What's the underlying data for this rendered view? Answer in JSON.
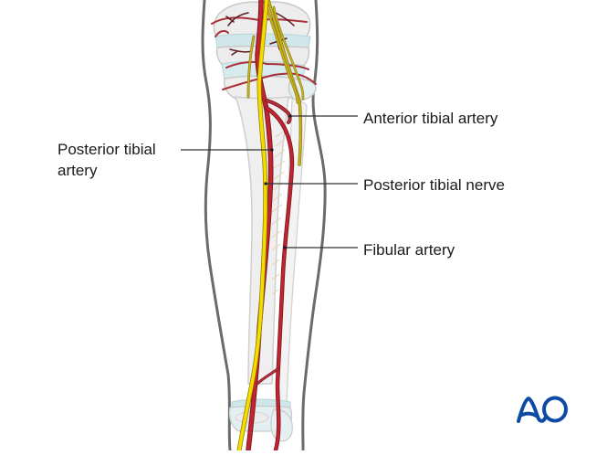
{
  "diagram": {
    "subject": "Lower leg, posterior view — vessels and nerves",
    "labels": [
      {
        "id": "anterior-tibial-artery",
        "text": "Anterior tibial artery"
      },
      {
        "id": "posterior-tibial-artery",
        "line1": "Posterior tibial",
        "line2": "artery"
      },
      {
        "id": "posterior-tibial-nerve",
        "text": "Posterior tibial nerve"
      },
      {
        "id": "fibular-artery",
        "text": "Fibular artery"
      }
    ],
    "colors": {
      "artery": "#b5202e",
      "artery_dark": "#7a1a22",
      "nerve": "#f2d400",
      "nerve_alt": "#b9a41a",
      "bone_fill": "#ededed",
      "bone_outline": "#c9c9c9",
      "cartilage": "#cfe6ea",
      "skin_outline": "#6b6b6b",
      "leader_line": "#333333",
      "logo": "#0e4aa3"
    }
  },
  "logo": {
    "text": "AO"
  }
}
